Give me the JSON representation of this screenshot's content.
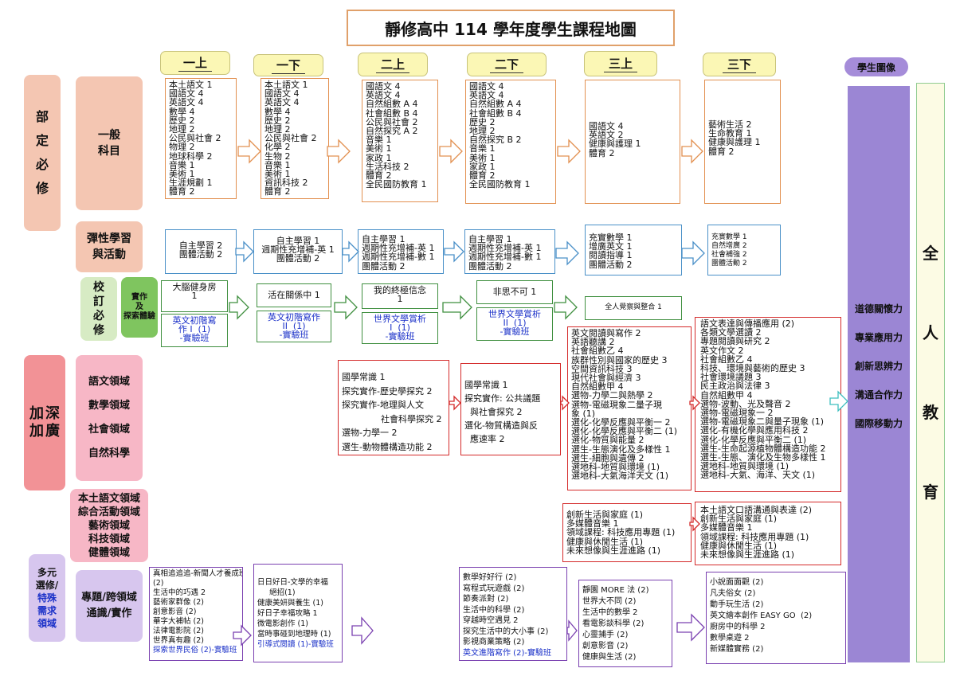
{
  "title": "靜修高中 114 學年度學生課程地圖",
  "grades": [
    "一上",
    "一下",
    "二上",
    "二下",
    "三上",
    "三下"
  ],
  "left_labels": {
    "bu_ding": [
      "部",
      "定",
      "必",
      "修"
    ],
    "general": "一般\n科目",
    "flex": "彈性學習\n與活動",
    "school": "校\n訂\n必\n修",
    "practice": "實作\n及\n探索體驗",
    "advanced": [
      "加",
      "深",
      "加",
      "廣"
    ],
    "domains1": [
      "語文領域",
      "數學領域",
      "社會領域",
      "自然科學"
    ],
    "domains2": [
      "本土語文領域",
      "綜合活動領域",
      "藝術領域",
      "科技領域",
      "健體領域"
    ],
    "multi": [
      "多元",
      "選修/",
      "特殊",
      "需求",
      "領域"
    ],
    "topic": "專題/跨領域\n通識/實作"
  },
  "portrait": {
    "header": "學生圖像",
    "items": [
      "道德關懷力",
      "專業應用力",
      "創新思辨力",
      "溝通合作力",
      "國際移動力"
    ],
    "whole": [
      "全",
      "人",
      "教",
      "育"
    ]
  },
  "general": [
    [
      "本土語文 1",
      "國語文 4",
      "英語文 4",
      "數學 4",
      "歷史 2",
      "地理 2",
      "公民與社會 2",
      "物理 2",
      "地球科學 2",
      "音樂 1",
      "美術 1",
      "生涯規劃 1",
      "體育 2"
    ],
    [
      "本土語文 1",
      "國語文 4",
      "英語文 4",
      "數學 4",
      "歷史 2",
      "地理 2",
      "公民與社會 2",
      "化學 2",
      "生物 2",
      "音樂 1",
      "美術 1",
      "資訊科技 2",
      "體育 2"
    ],
    [
      "國語文 4",
      "英語文 4",
      "自然組數 A 4",
      "社會組數 B 4",
      "公民與社會 2",
      "自然探究 A 2",
      "音樂 1",
      "美術 1",
      "家政 1",
      "生活科技 2",
      "體育 2",
      "全民國防教育 1"
    ],
    [
      "國語文 4",
      "英語文 4",
      "自然組數 A 4",
      "社會組數 B 4",
      "歷史 2",
      "地理 2",
      "自然探究 B 2",
      "音樂 1",
      "美術 1",
      "家政 1",
      "體育 2",
      "全民國防教育 1"
    ],
    [
      "國語文 4",
      "英語文 2",
      "健康與護理 1",
      "體育 2"
    ],
    [
      "藝術生活 2",
      "生命教育 1",
      "健康與護理 1",
      "體育 2"
    ]
  ],
  "flex": [
    [
      "自主學習 2",
      "團體活動 2"
    ],
    [
      "自主學習 1",
      "週期性充增補-英 1",
      "團體活動 2"
    ],
    [
      "自主學習 1",
      "週期性充增補-英 1",
      "週期性充增補-數 1",
      "團體活動 2"
    ],
    [
      "自主學習 1",
      "週期性充增補-英 1",
      "週期性充增補-數 1",
      "團體活動 2"
    ],
    [
      "充實數學 1",
      "增廣英文 1",
      "閱讀指導 1",
      "團體活動 2"
    ],
    [
      "充實數學 1",
      "自然增廣 2",
      "社會補強 2",
      "團體活動 2"
    ]
  ],
  "school_top": [
    "大腦健身房\n1",
    "活在關係中 1",
    "我的終極信念\n1",
    "非思不可 1",
    "全人覺察與整合 1"
  ],
  "school_bottom": [
    "英文初階寫\n作 I  (1)\n-實驗班",
    "英文初階寫作\nII  (1)\n-實驗班",
    "世界文學賞析\nI  (1)\n-實驗班",
    "世界文學賞析\nII  (1)\n-實驗班"
  ],
  "adv": [
    [
      "國學常識 1",
      "探究實作-歷史學探究 2",
      "探究實作-地理與人文",
      "              社會科學探究 2",
      "選物-力學一 2",
      "選生-動物體構造功能 2"
    ],
    [
      "國學常識 1",
      "探究實作: 公共議題",
      "  與社會探究 2",
      "選化-物質構造與反",
      "  應速率 2"
    ],
    [
      "英文閱讀與寫作 2",
      "英語聽講 2",
      "社會組數乙 4",
      "族群性別與國家的歷史 3",
      "空間資訊科技 3",
      "現代社會與經濟 3",
      "自然組數甲 4",
      "選物-力學二與熱學 2",
      "選物-電磁現象二量子現",
      "象 (1)",
      "選化-化學反應與平衡一 2",
      "選化-化學反應與平衡二 (1)",
      "選化-物質與能量 2",
      "選生-生態演化及多樣性 1",
      "選生-細胞與遺傳 2",
      "選地科-地質與環境 (1)",
      "選地科-大氣海洋天文 (1)"
    ],
    [
      "語文表達與傳播應用 (2)",
      "各類文學選讀 2",
      "專題閱讀與研究 2",
      "英文作文 2",
      "社會組數乙 4",
      "科技、環境與藝術的歷史 3",
      "社會環境議題 3",
      "民主政治與法律 3",
      "自然組數甲 4",
      "選物-波動、光及聲音 2",
      "選物-電磁現象一 2",
      "選物-電磁現象二與量子現象 (1)",
      "選化-有機化學與應用科技 2",
      "選化-化學反應與平衡二 (1)",
      "選生-生命起源植物體構造功能 2",
      "選生-生態、演化及生物多樣性 1",
      "選地科-地質與環境 (1)",
      "選地科-大氣、海洋、天文 (1)"
    ]
  ],
  "dom2": [
    [
      "創新生活與家庭 (1)",
      "多媒體音樂 1",
      "領域課程: 科技應用專題 (1)",
      "健康與休閒生活 (1)",
      "未來想像與生涯進路 (1)"
    ],
    [
      "本土語文口語溝通與表達 (2)",
      "創新生活與家庭 (1)",
      "多媒體音樂 1",
      "領域課程: 科技應用專題 (1)",
      "健康與休閒生活 (1)",
      "未來想像與生涯進路 (1)"
    ]
  ],
  "multi_boxes": [
    [
      "真相追追追-新聞人才養成班",
      "(2)",
      "生活中的巧遇 2",
      "藝術家群像 (2)",
      "創意影音 (2)",
      "華字大補帖 (2)",
      "法律電影院 (2)",
      "世界真有趣 (2)",
      "探索世界民俗 (2)-實驗班"
    ],
    [
      "日日好日-文學的幸福",
      "     絕招(1)",
      "健康美妍與養生 (1)",
      "好日子幸福攻略 1",
      "微電影創作 (1)",
      "當時事碰到地理時 (1)",
      "引導式閱讀 (1)-實驗班"
    ],
    [
      "數學好好行 (2)",
      "寫程式玩遊戲 (2)",
      "節奏派對 (2)",
      "生活中的科學 (2)",
      "穿越時空遇見 2",
      "探究生活中的大小事 (2)",
      "影視商業策略 (2)",
      "英文進階寫作 (2)-實驗班"
    ],
    [
      "靜園 MORE 法 (2)",
      "世界大不同 (2)",
      "生活中的數學 2",
      "看電影談科學 (2)",
      "心靈捕手 (2)",
      "創意影音 (2)",
      "健康與生活 (2)"
    ],
    [
      "小說面面觀 (2)",
      "凡夫俗女 (2)",
      "動手玩生活 (2)",
      "英文繪本創作 EASY GO  (2)",
      "廚房中的科學 2",
      "數學桌遊 2",
      "新媒體實務 (2)"
    ]
  ]
}
